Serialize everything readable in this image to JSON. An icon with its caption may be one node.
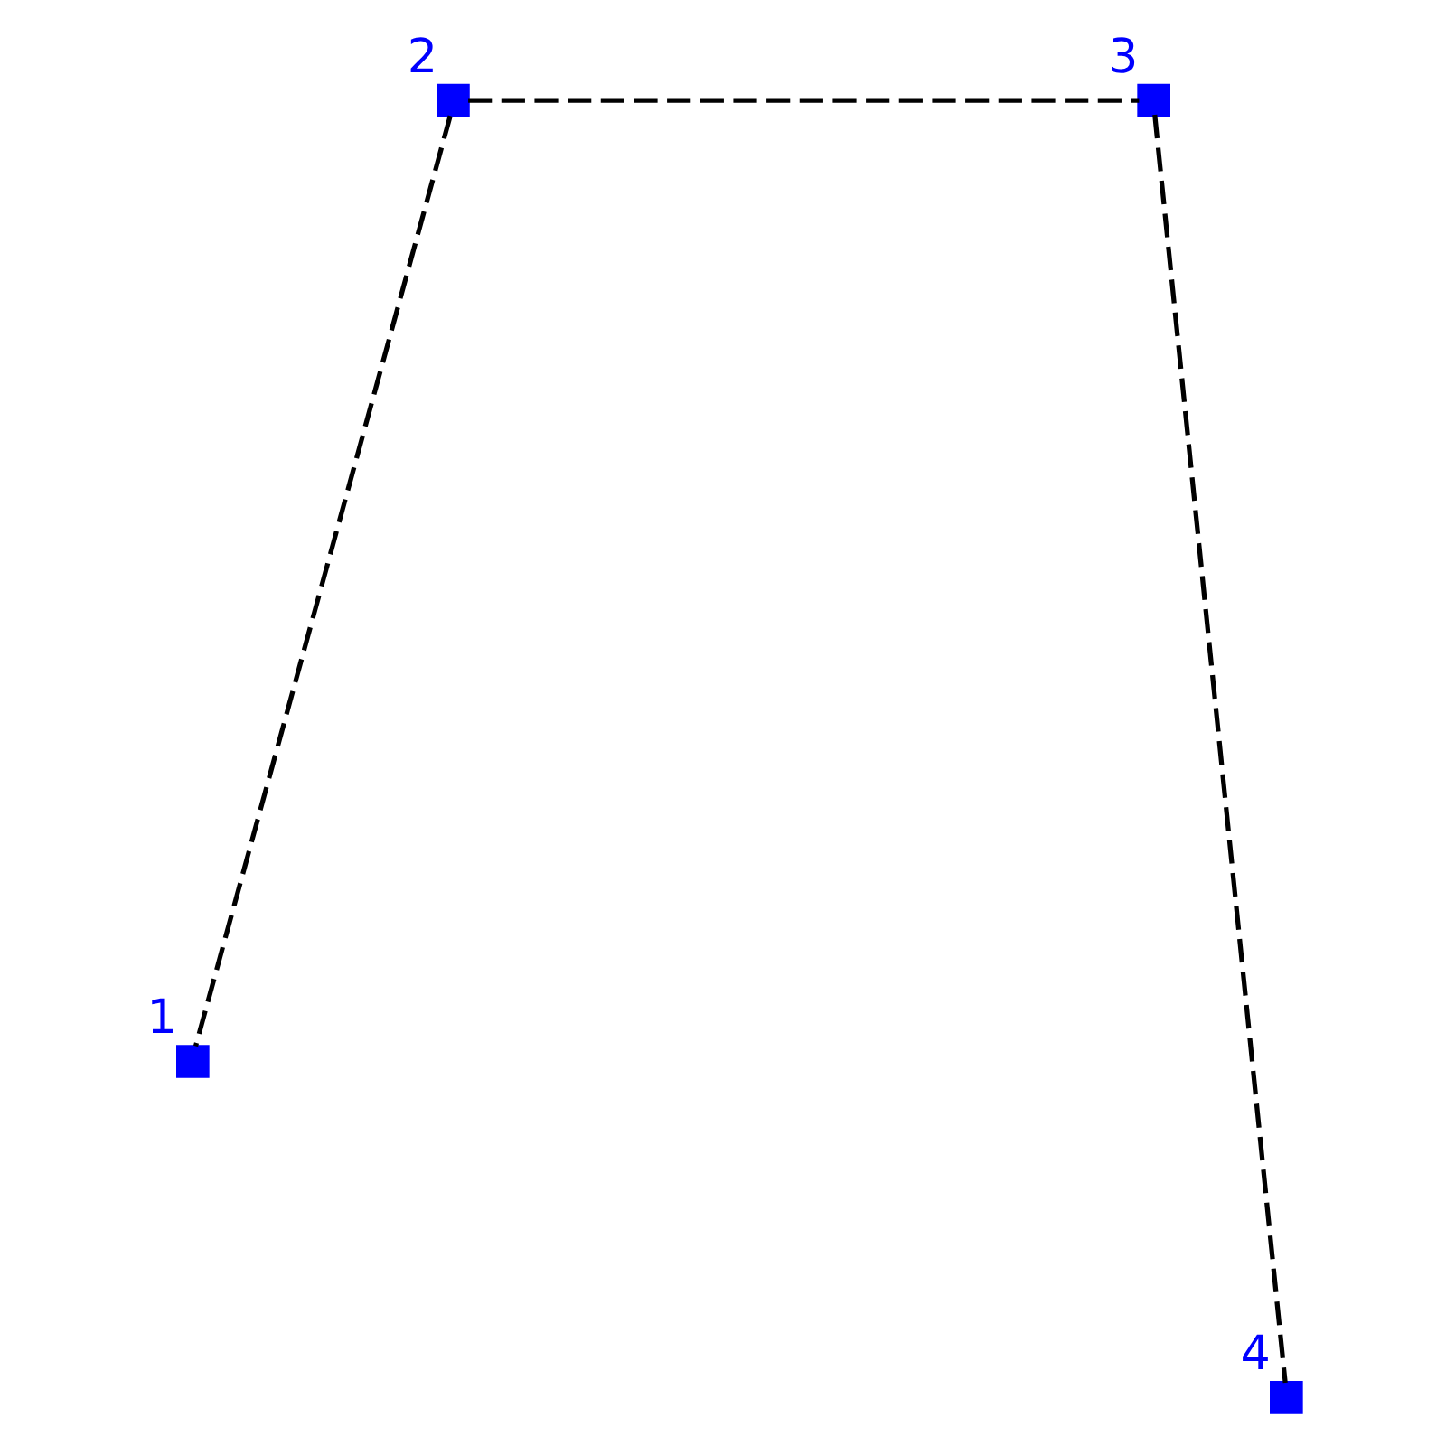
{
  "diagram": {
    "nodes": [
      {
        "text": [],
        "shape": "box",
        "beside": [
          "2"
        ]
      },
      {
        "text": [],
        "shape": "box",
        "beside": [
          "3"
        ]
      },
      {
        "text": [],
        "shape": "box",
        "beside": [
          "1"
        ]
      },
      {
        "text": [],
        "shape": "box",
        "beside": [
          "4"
        ]
      }
    ],
    "edges": [
      {
        "from": 0,
        "to": 1,
        "arrow": "none",
        "style": "dashed"
      },
      {
        "from": 0,
        "to": 2,
        "arrow": "none",
        "style": "dashed"
      },
      {
        "from": 1,
        "to": 3,
        "arrow": "none",
        "style": "dashed"
      }
    ]
  }
}
